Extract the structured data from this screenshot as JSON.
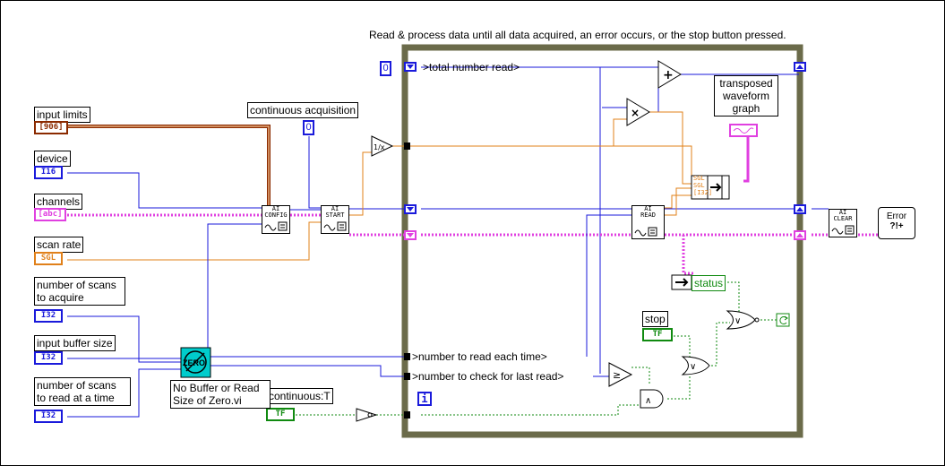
{
  "caption": "Read & process data until all data acquired, an error occurs, or the stop button pressed.",
  "controls": {
    "input_limits": {
      "label": "input limits",
      "type": "[906]"
    },
    "device": {
      "label": "device",
      "type": "I16"
    },
    "channels": {
      "label": "channels",
      "type": "[abc]"
    },
    "scan_rate": {
      "label": "scan rate",
      "type": "SGL"
    },
    "num_scans_acquire": {
      "label1": "number of scans",
      "label2": "to acquire",
      "type": "I32"
    },
    "input_buffer_size": {
      "label": "input buffer size",
      "type": "I32"
    },
    "num_scans_read": {
      "label1": "number of scans",
      "label2": "to read at a time",
      "type": "I32"
    },
    "continuous_acq": {
      "label": "continuous acquisition",
      "value": "0"
    },
    "continuous_t": {
      "label": "continuous:T",
      "type": "TF"
    },
    "stop": {
      "label": "stop",
      "type": "TF"
    },
    "zero_const": "0"
  },
  "subvis": {
    "config": {
      "line1": "AI",
      "line2": "CONFIG"
    },
    "start": {
      "line1": "AI",
      "line2": "START"
    },
    "read": {
      "line1": "AI",
      "line2": "READ"
    },
    "clear": {
      "line1": "AI",
      "line2": "CLEAR"
    },
    "zero_vi": {
      "icon_text": "ZERO",
      "label1": "No Buffer or Read",
      "label2": "Size of Zero.vi"
    },
    "error": {
      "line1": "Error",
      "line2": "?!+"
    }
  },
  "loop_labels": {
    "total": ">total number read>",
    "read_each": ">number to read each time>",
    "check_last": ">number to check for last read>",
    "iteration": "i"
  },
  "indicators": {
    "graph": {
      "line1": "transposed",
      "line2": "waveform",
      "line3": "graph"
    },
    "status": "status"
  },
  "bundle_types": [
    "SGL",
    "SGL",
    "[I32]"
  ],
  "colors": {
    "int": "#1a1adb",
    "float": "#e0801a",
    "string": "#e040e0",
    "bool": "#108a10",
    "cluster": "#8b2a00",
    "loop": "#6b6b4a",
    "ring": "#00cccc"
  }
}
